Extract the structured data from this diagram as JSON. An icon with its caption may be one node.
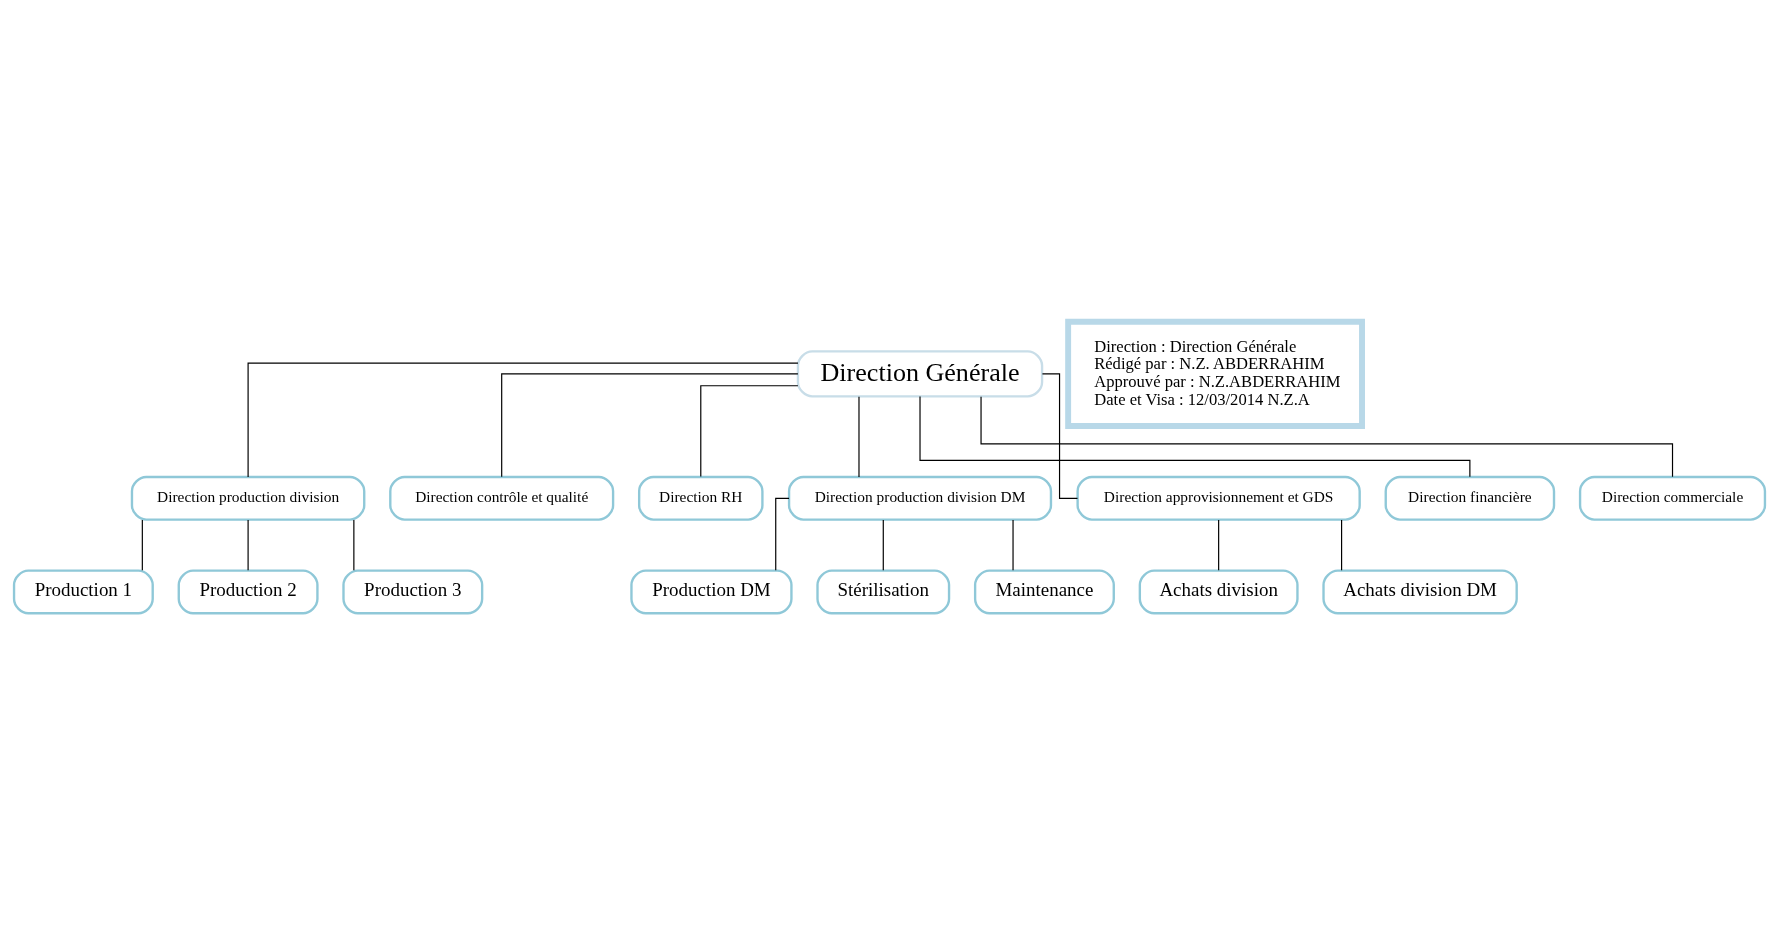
{
  "diagram": {
    "nodes": [
      {
        "text": [
          "Direction Générale"
        ]
      },
      {
        "text": [
          "Direction : Direction Générale",
          "Rédigé par : N.Z. ABDERRAHIM",
          "Approuvé par : N.Z.ABDERRAHIM",
          "Date et Visa : 12/03/2014 N.Z.A"
        ]
      },
      {
        "text": [
          "Direction production division"
        ]
      },
      {
        "text": [
          "Direction contrôle et qualité"
        ]
      },
      {
        "text": [
          "Direction RH"
        ]
      },
      {
        "text": [
          "Direction production division DM"
        ]
      },
      {
        "text": [
          "Direction approvisionnement et GDS"
        ]
      },
      {
        "text": [
          "Direction financière"
        ]
      },
      {
        "text": [
          "Direction commerciale"
        ]
      },
      {
        "text": [
          "Production 1"
        ]
      },
      {
        "text": [
          "Production 2"
        ]
      },
      {
        "text": [
          "Production 3"
        ]
      },
      {
        "text": [
          "Production DM"
        ]
      },
      {
        "text": [
          "Stérilisation"
        ]
      },
      {
        "text": [
          "Maintenance"
        ]
      },
      {
        "text": [
          "Achats division"
        ]
      },
      {
        "text": [
          "Achats division DM"
        ]
      }
    ],
    "edges": [
      {
        "from": 0,
        "to": 2,
        "arrow": "none"
      },
      {
        "from": 0,
        "to": 3,
        "arrow": "none"
      },
      {
        "from": 0,
        "to": 4,
        "arrow": "none"
      },
      {
        "from": 0,
        "to": 5,
        "arrow": "none"
      },
      {
        "from": 0,
        "to": 6,
        "arrow": "none"
      },
      {
        "from": 0,
        "to": 7,
        "arrow": "none"
      },
      {
        "from": 0,
        "to": 8,
        "arrow": "none"
      },
      {
        "from": 2,
        "to": 9,
        "arrow": "none"
      },
      {
        "from": 2,
        "to": 10,
        "arrow": "none"
      },
      {
        "from": 2,
        "to": 11,
        "arrow": "none"
      },
      {
        "from": 5,
        "to": 12,
        "arrow": "none"
      },
      {
        "from": 5,
        "to": 13,
        "arrow": "none"
      },
      {
        "from": 5,
        "to": 14,
        "arrow": "none"
      },
      {
        "from": 6,
        "to": 15,
        "arrow": "none"
      },
      {
        "from": 6,
        "to": 16,
        "arrow": "none"
      }
    ]
  }
}
